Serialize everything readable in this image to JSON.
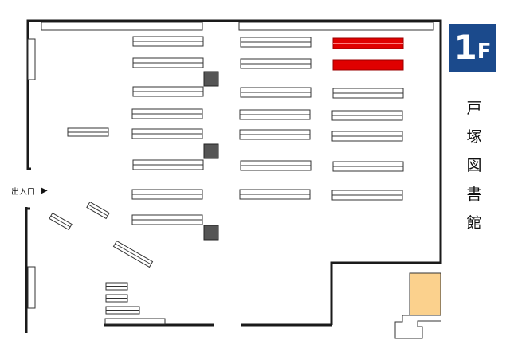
{
  "floor_badge": {
    "number": "1",
    "letter": "F",
    "color": "#1b4a8c"
  },
  "library_name": [
    "戸",
    "塚",
    "図",
    "書",
    "館"
  ],
  "entrance": {
    "label": "出入口",
    "arrow": "▶"
  },
  "colors": {
    "wall": "#1a1a1a",
    "shelf_outline": "#333333",
    "highlight_shelf": "#e00000",
    "pillar": "#555555",
    "room_fill": "#fbd18d"
  },
  "highlighted_shelves": 2,
  "pillars": 3
}
